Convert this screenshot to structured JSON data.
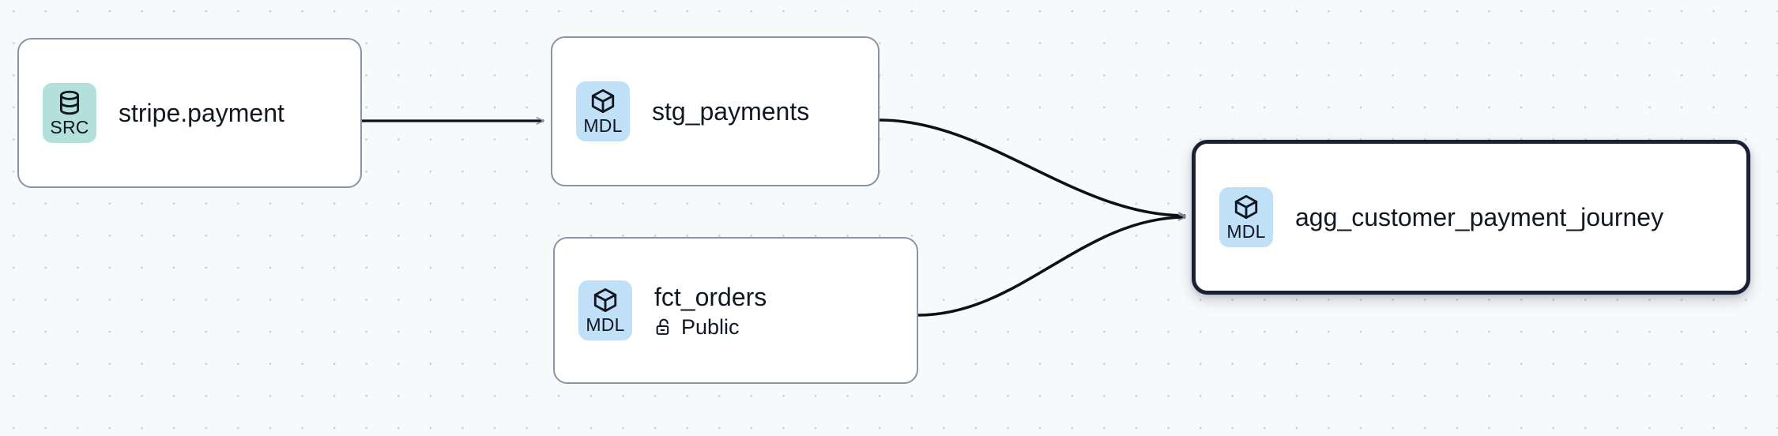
{
  "canvas": {
    "background_color": "#f7f9fb",
    "grid": "dot-grid"
  },
  "palette": {
    "source_badge": "#b3e0dc",
    "model_badge": "#bfe0f7",
    "node_border": "#8b93a6",
    "selected_border": "#1b2132",
    "edge": "#0d1117",
    "text": "#121821"
  },
  "graph": {
    "type": "lineage-dag",
    "nodes": [
      {
        "id": "stripe-payment",
        "title": "stripe.payment",
        "badge_label": "SRC",
        "badge_icon": "database-icon",
        "selected": false,
        "subtitle": null
      },
      {
        "id": "stg-payments",
        "title": "stg_payments",
        "badge_label": "MDL",
        "badge_icon": "cube-icon",
        "selected": false,
        "subtitle": null
      },
      {
        "id": "fct-orders",
        "title": "fct_orders",
        "badge_label": "MDL",
        "badge_icon": "cube-icon",
        "selected": false,
        "subtitle": "Public",
        "subtitle_icon": "unlock-icon"
      },
      {
        "id": "agg-customer-payment-journey",
        "title": "agg_customer_payment_journey",
        "badge_label": "MDL",
        "badge_icon": "cube-icon",
        "selected": true,
        "subtitle": null
      }
    ],
    "edges": [
      {
        "from": "stripe-payment",
        "to": "stg-payments",
        "style": "straight"
      },
      {
        "from": "stg-payments",
        "to": "agg-customer-payment-journey",
        "style": "bezier"
      },
      {
        "from": "fct-orders",
        "to": "agg-customer-payment-journey",
        "style": "bezier"
      }
    ]
  }
}
